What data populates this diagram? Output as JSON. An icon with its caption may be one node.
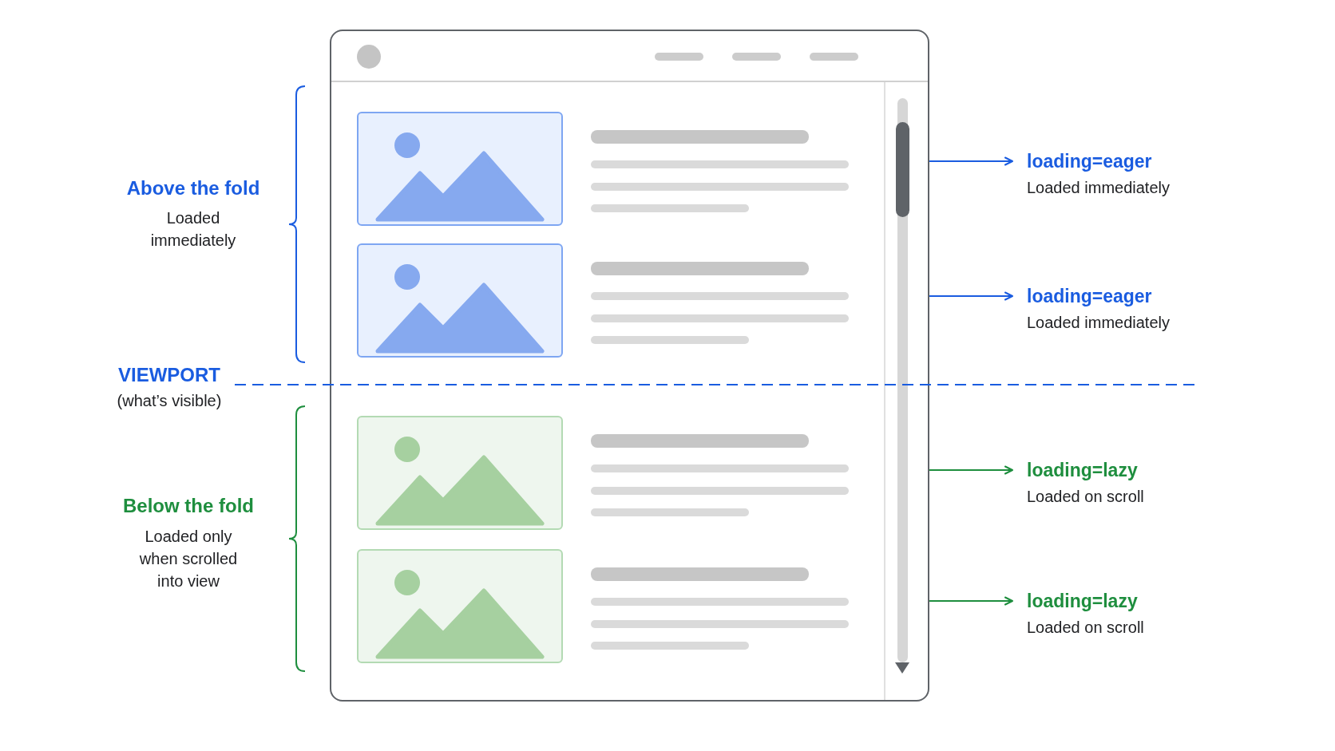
{
  "diagram": {
    "nodes": [
      {
        "text": [],
        "shape": "box"
      },
      {
        "text": [
          "loading=eager",
          "Loaded immediately"
        ]
      },
      {
        "text": [
          "loading=eager",
          "Loaded immediately"
        ]
      },
      {
        "text": [
          "loading=lazy",
          "Loaded on scroll"
        ]
      },
      {
        "text": [
          "loading=lazy",
          "Loaded on scroll"
        ]
      }
    ],
    "edges": [
      {
        "from": 0,
        "to": 1,
        "arrow": "to",
        "color": "#1a5ce0"
      },
      {
        "from": 0,
        "to": 2,
        "arrow": "to",
        "color": "#1a5ce0"
      },
      {
        "from": 0,
        "to": 3,
        "arrow": "to",
        "color": "#1e8e3e"
      },
      {
        "from": 0,
        "to": 4,
        "arrow": "to",
        "color": "#1e8e3e"
      }
    ],
    "labels": [
      "Above the fold",
      "Loaded immediately",
      "VIEWPORT",
      "(what’s visible)",
      "Below the fold",
      "Loaded only when scrolled into view"
    ]
  }
}
